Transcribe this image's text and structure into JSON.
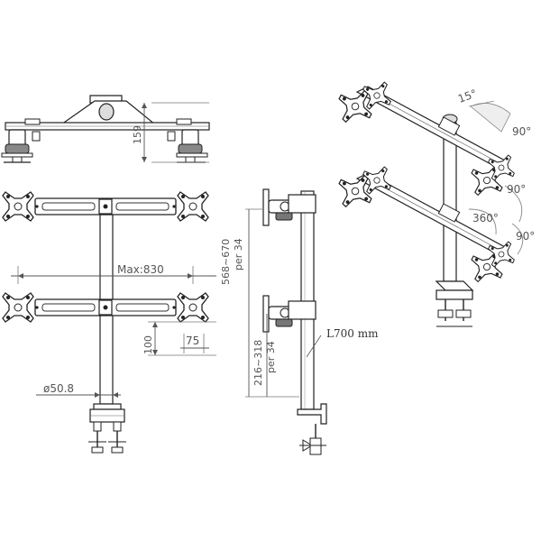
{
  "dimensions": {
    "clamp_height": "159",
    "max_span": "Max:830",
    "arm_spacing": "100",
    "vesa": "75",
    "pole_diameter": "ø50.8",
    "upper_range": "568~670",
    "upper_step": "per 34",
    "lower_range": "216~318",
    "lower_step": "per 34",
    "pole_length": "L700 mm"
  },
  "angles": {
    "tilt": "15°",
    "tilt_b": "90°",
    "swivel": "90°",
    "rotation": "360°",
    "rotation_b": "90°"
  }
}
